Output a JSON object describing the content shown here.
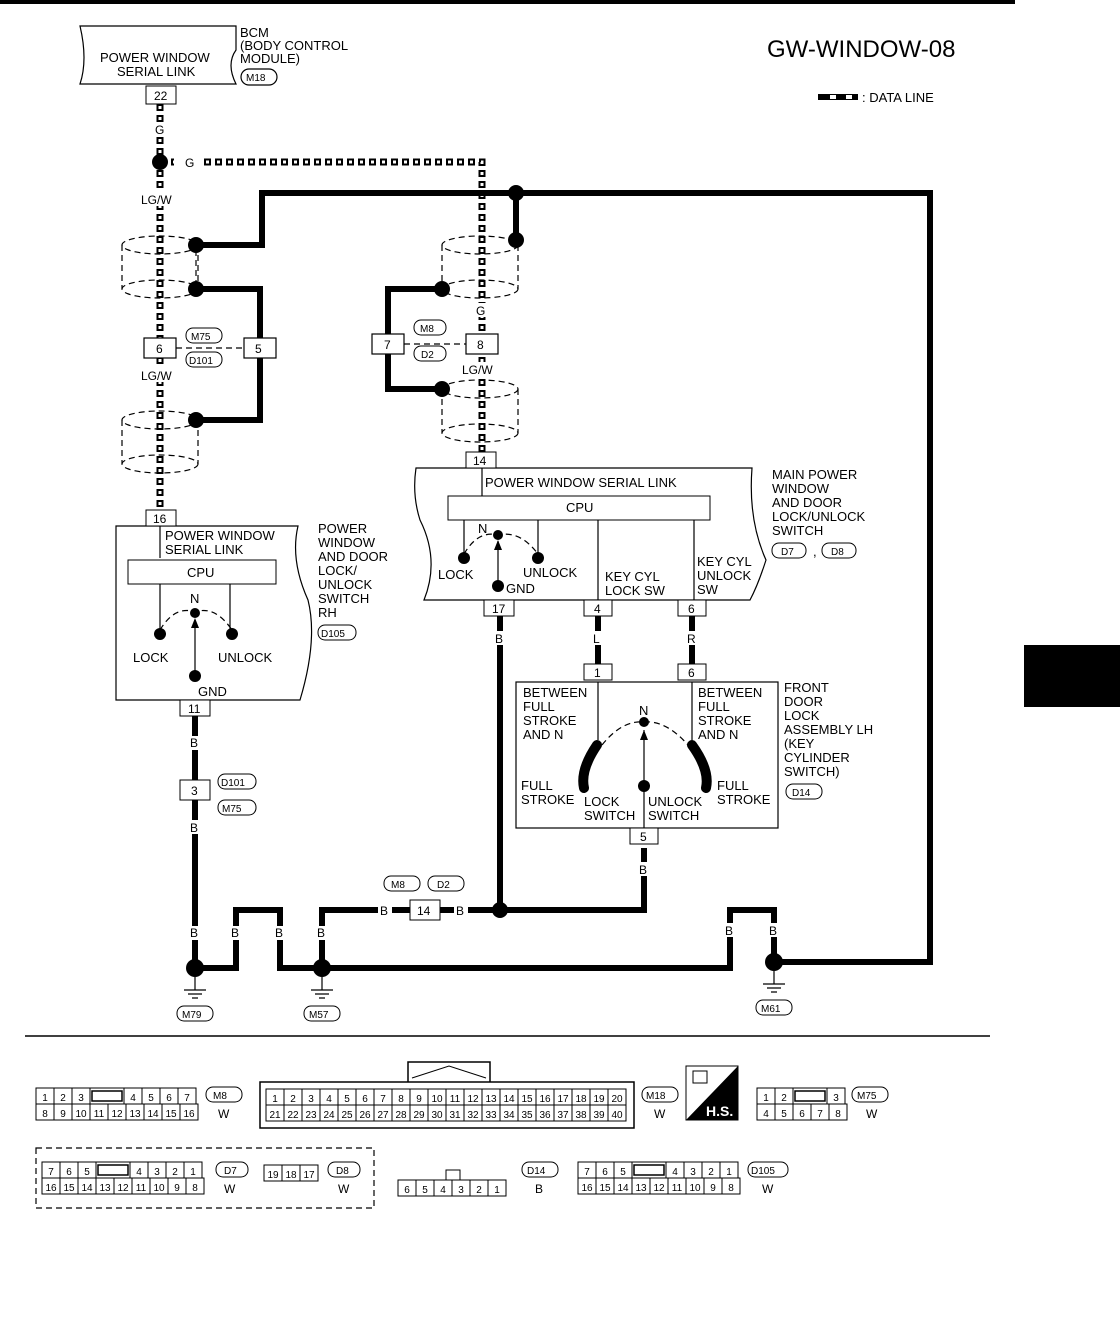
{
  "page_title": "GW-WINDOW-08",
  "legend": {
    "data_line_label": ": DATA LINE"
  },
  "bcm": {
    "box_label_1": "POWER WINDOW",
    "box_label_2": "SERIAL LINK",
    "name_1": "BCM",
    "name_2": "(BODY CONTROL",
    "name_3": "MODULE)",
    "connector": "M18",
    "pin": "22"
  },
  "wires": {
    "g": "G",
    "lgw": "LG/W",
    "b": "B",
    "l": "L",
    "r": "R"
  },
  "joints": {
    "left": {
      "conn_top": "M75",
      "conn_bottom": "D101",
      "pin_a": "6",
      "pin_b": "5"
    },
    "right": {
      "conn_top": "M8",
      "conn_bottom": "D2",
      "pin_a": "7",
      "pin_b": "8"
    },
    "lower": {
      "conn_top": "D101",
      "conn_bottom": "M75",
      "pin": "3"
    },
    "ground_joint": {
      "conn_a": "M8",
      "conn_b": "D2",
      "pin": "14"
    }
  },
  "rh_switch": {
    "pin_top": "16",
    "serial_1": "POWER WINDOW",
    "serial_2": "SERIAL LINK",
    "cpu": "CPU",
    "n": "N",
    "lock": "LOCK",
    "unlock": "UNLOCK",
    "gnd": "GND",
    "pin_bottom": "11",
    "name_1": "POWER",
    "name_2": "WINDOW",
    "name_3": "AND DOOR",
    "name_4": "LOCK/",
    "name_5": "UNLOCK",
    "name_6": "SWITCH",
    "name_7": "RH",
    "connector": "D105"
  },
  "main_switch": {
    "pin_top": "14",
    "serial": "POWER WINDOW SERIAL LINK",
    "cpu": "CPU",
    "n": "N",
    "lock": "LOCK",
    "unlock": "UNLOCK",
    "gnd": "GND",
    "keycyl_lock_1": "KEY CYL",
    "keycyl_lock_2": "LOCK SW",
    "keycyl_unlock_1": "KEY CYL",
    "keycyl_unlock_2": "UNLOCK",
    "keycyl_unlock_3": "SW",
    "pin_gnd": "17",
    "pin_lock": "4",
    "pin_unlock": "6",
    "name_1": "MAIN POWER",
    "name_2": "WINDOW",
    "name_3": "AND DOOR",
    "name_4": "LOCK/UNLOCK",
    "name_5": "SWITCH",
    "conn_1": "D7",
    "conn_sep": ",",
    "conn_2": "D8"
  },
  "door_lock": {
    "pin_left": "1",
    "pin_right": "6",
    "pin_bottom": "5",
    "between_l_1": "BETWEEN",
    "between_l_2": "FULL",
    "between_l_3": "STROKE",
    "between_l_4": "AND N",
    "between_r_1": "BETWEEN",
    "between_r_2": "FULL",
    "between_r_3": "STROKE",
    "between_r_4": "AND N",
    "n": "N",
    "full_l_1": "FULL",
    "full_l_2": "STROKE",
    "full_r_1": "FULL",
    "full_r_2": "STROKE",
    "lock_sw_1": "LOCK",
    "lock_sw_2": "SWITCH",
    "unlock_sw_1": "UNLOCK",
    "unlock_sw_2": "SWITCH",
    "name_1": "FRONT",
    "name_2": "DOOR",
    "name_3": "LOCK",
    "name_4": "ASSEMBLY LH",
    "name_5": "(KEY",
    "name_6": "CYLINDER",
    "name_7": "SWITCH)",
    "connector": "D14"
  },
  "grounds": {
    "g1": "M79",
    "g2": "M57",
    "g3": "M61"
  },
  "connector_views": {
    "m8": {
      "id": "M8",
      "color": "W",
      "row1": [
        "1",
        "2",
        "3",
        "",
        "4",
        "5",
        "6",
        "7"
      ],
      "row2": [
        "8",
        "9",
        "10",
        "11",
        "12",
        "13",
        "14",
        "15",
        "16"
      ]
    },
    "m18": {
      "id": "M18",
      "color": "W",
      "row1": [
        "1",
        "2",
        "3",
        "4",
        "5",
        "6",
        "7",
        "8",
        "9",
        "10",
        "11",
        "12",
        "13",
        "14",
        "15",
        "16",
        "17",
        "18",
        "19",
        "20"
      ],
      "row2": [
        "21",
        "22",
        "23",
        "24",
        "25",
        "26",
        "27",
        "28",
        "29",
        "30",
        "31",
        "32",
        "33",
        "34",
        "35",
        "36",
        "37",
        "38",
        "39",
        "40"
      ]
    },
    "hs": {
      "label": "H.S."
    },
    "m75": {
      "id": "M75",
      "color": "W",
      "row1": [
        "1",
        "2",
        "",
        "3"
      ],
      "row2": [
        "4",
        "5",
        "6",
        "7",
        "8"
      ]
    },
    "d7": {
      "id": "D7",
      "color": "W",
      "row1": [
        "7",
        "6",
        "5",
        "",
        "4",
        "3",
        "2",
        "1"
      ],
      "row2": [
        "16",
        "15",
        "14",
        "13",
        "12",
        "11",
        "10",
        "9",
        "8"
      ]
    },
    "d8": {
      "id": "D8",
      "color": "W",
      "row1": [],
      "row2": [
        "19",
        "18",
        "17"
      ]
    },
    "d14": {
      "id": "D14",
      "color": "B",
      "row1": [],
      "row2": [
        "6",
        "5",
        "4",
        "3",
        "2",
        "1"
      ]
    },
    "d105": {
      "id": "D105",
      "color": "W",
      "row1": [
        "7",
        "6",
        "5",
        "",
        "4",
        "3",
        "2",
        "1"
      ],
      "row2": [
        "16",
        "15",
        "14",
        "13",
        "12",
        "11",
        "10",
        "9",
        "8"
      ]
    }
  }
}
